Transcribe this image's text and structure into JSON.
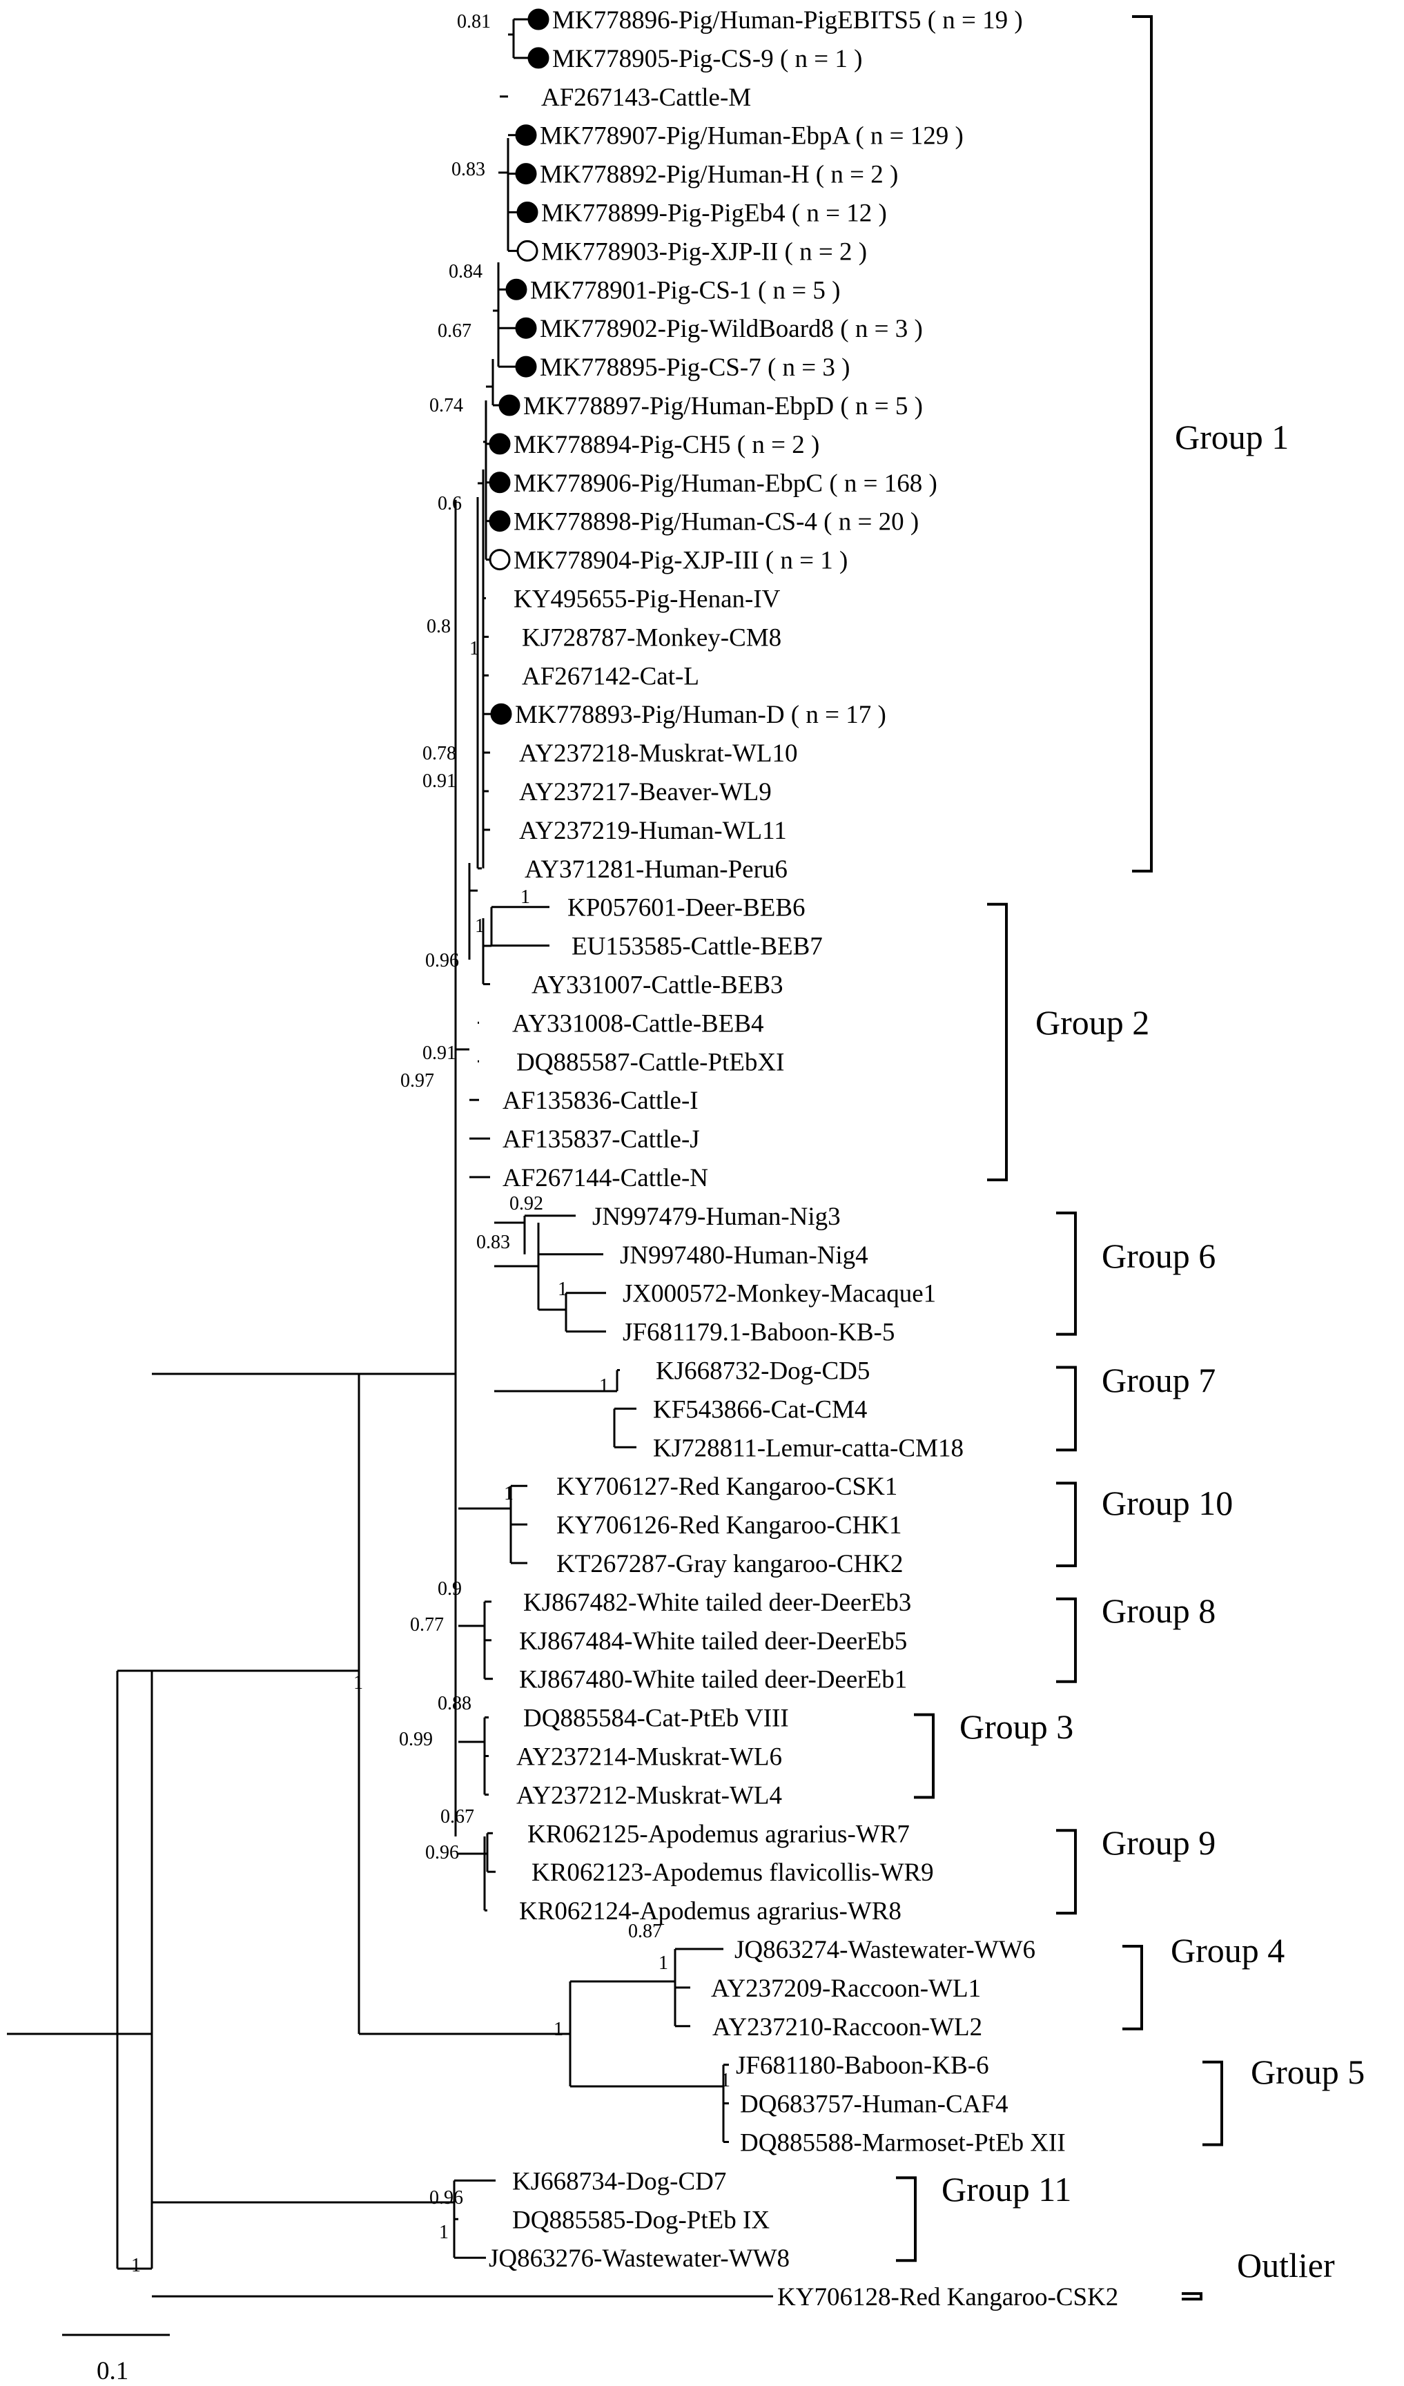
{
  "leaves": [
    {
      "label": "MK778896-Pig/Human-PigEBITS5 ( n = 19 )",
      "marker": "filled"
    },
    {
      "label": "MK778905-Pig-CS-9 ( n = 1 )",
      "marker": "filled"
    },
    {
      "label": "AF267143-Cattle-M",
      "marker": "none"
    },
    {
      "label": "MK778907-Pig/Human-EbpA ( n = 129 )",
      "marker": "filled"
    },
    {
      "label": "MK778892-Pig/Human-H ( n = 2 )",
      "marker": "filled"
    },
    {
      "label": "MK778899-Pig-PigEb4 ( n = 12 )",
      "marker": "filled"
    },
    {
      "label": "MK778903-Pig-XJP-II ( n = 2 )",
      "marker": "open"
    },
    {
      "label": "MK778901-Pig-CS-1 ( n = 5 )",
      "marker": "filled"
    },
    {
      "label": "MK778902-Pig-WildBoard8 ( n = 3 )",
      "marker": "filled"
    },
    {
      "label": "MK778895-Pig-CS-7 ( n = 3 )",
      "marker": "filled"
    },
    {
      "label": "MK778897-Pig/Human-EbpD ( n = 5 )",
      "marker": "filled"
    },
    {
      "label": "MK778894-Pig-CH5 ( n = 2 )",
      "marker": "filled"
    },
    {
      "label": "MK778906-Pig/Human-EbpC ( n = 168 )",
      "marker": "filled"
    },
    {
      "label": "MK778898-Pig/Human-CS-4 ( n = 20 )",
      "marker": "filled"
    },
    {
      "label": "MK778904-Pig-XJP-III ( n = 1 )",
      "marker": "open"
    },
    {
      "label": "KY495655-Pig-Henan-IV",
      "marker": "none"
    },
    {
      "label": "KJ728787-Monkey-CM8",
      "marker": "none"
    },
    {
      "label": "AF267142-Cat-L",
      "marker": "none"
    },
    {
      "label": "MK778893-Pig/Human-D ( n = 17 )",
      "marker": "filled"
    },
    {
      "label": "AY237218-Muskrat-WL10",
      "marker": "none"
    },
    {
      "label": "AY237217-Beaver-WL9",
      "marker": "none"
    },
    {
      "label": "AY237219-Human-WL11",
      "marker": "none"
    },
    {
      "label": "AY371281-Human-Peru6",
      "marker": "none"
    },
    {
      "label": "KP057601-Deer-BEB6",
      "marker": "none"
    },
    {
      "label": "EU153585-Cattle-BEB7",
      "marker": "none"
    },
    {
      "label": "AY331007-Cattle-BEB3",
      "marker": "none"
    },
    {
      "label": "AY331008-Cattle-BEB4",
      "marker": "none"
    },
    {
      "label": "DQ885587-Cattle-PtEbXI",
      "marker": "none"
    },
    {
      "label": "AF135836-Cattle-I",
      "marker": "none"
    },
    {
      "label": "AF135837-Cattle-J",
      "marker": "none"
    },
    {
      "label": "AF267144-Cattle-N",
      "marker": "none"
    },
    {
      "label": "JN997479-Human-Nig3",
      "marker": "none"
    },
    {
      "label": "JN997480-Human-Nig4",
      "marker": "none"
    },
    {
      "label": "JX000572-Monkey-Macaque1",
      "marker": "none"
    },
    {
      "label": "JF681179.1-Baboon-KB-5",
      "marker": "none"
    },
    {
      "label": "KJ668732-Dog-CD5",
      "marker": "none"
    },
    {
      "label": "KF543866-Cat-CM4",
      "marker": "none"
    },
    {
      "label": "KJ728811-Lemur-catta-CM18",
      "marker": "none"
    },
    {
      "label": "KY706127-Red Kangaroo-CSK1",
      "marker": "none"
    },
    {
      "label": "KY706126-Red Kangaroo-CHK1",
      "marker": "none"
    },
    {
      "label": "KT267287-Gray kangaroo-CHK2",
      "marker": "none"
    },
    {
      "label": "KJ867482-White tailed deer-DeerEb3",
      "marker": "none"
    },
    {
      "label": "KJ867484-White tailed deer-DeerEb5",
      "marker": "none"
    },
    {
      "label": "KJ867480-White tailed deer-DeerEb1",
      "marker": "none"
    },
    {
      "label": "DQ885584-Cat-PtEb VIII",
      "marker": "none"
    },
    {
      "label": "AY237214-Muskrat-WL6",
      "marker": "none"
    },
    {
      "label": "AY237212-Muskrat-WL4",
      "marker": "none"
    },
    {
      "label": "KR062125-Apodemus agrarius-WR7",
      "marker": "none"
    },
    {
      "label": "KR062123-Apodemus flavicollis-WR9",
      "marker": "none"
    },
    {
      "label": "KR062124-Apodemus agrarius-WR8",
      "marker": "none"
    },
    {
      "label": "JQ863274-Wastewater-WW6",
      "marker": "none"
    },
    {
      "label": "AY237209-Raccoon-WL1",
      "marker": "none"
    },
    {
      "label": "AY237210-Raccoon-WL2",
      "marker": "none"
    },
    {
      "label": "JF681180-Baboon-KB-6",
      "marker": "none"
    },
    {
      "label": "DQ683757-Human-CAF4",
      "marker": "none"
    },
    {
      "label": "DQ885588-Marmoset-PtEb XII",
      "marker": "none"
    },
    {
      "label": "KJ668734-Dog-CD7",
      "marker": "none"
    },
    {
      "label": "DQ885585-Dog-PtEb IX",
      "marker": "none"
    },
    {
      "label": "JQ863276-Wastewater-WW8",
      "marker": "none"
    },
    {
      "label": "KY706128-Red Kangaroo-CSK2",
      "marker": "none"
    }
  ],
  "groups": [
    {
      "label": "Group 1",
      "first_leaf": 0,
      "last_leaf": 22
    },
    {
      "label": "Group 2",
      "first_leaf": 23,
      "last_leaf": 30
    },
    {
      "label": "Group 6",
      "first_leaf": 31,
      "last_leaf": 34
    },
    {
      "label": "Group 7",
      "first_leaf": 35,
      "last_leaf": 37
    },
    {
      "label": "Group 10",
      "first_leaf": 38,
      "last_leaf": 40
    },
    {
      "label": "Group 8",
      "first_leaf": 41,
      "last_leaf": 43
    },
    {
      "label": "Group 3",
      "first_leaf": 44,
      "last_leaf": 46
    },
    {
      "label": "Group 9",
      "first_leaf": 47,
      "last_leaf": 49
    },
    {
      "label": "Group 4",
      "first_leaf": 50,
      "last_leaf": 52
    },
    {
      "label": "Group 5",
      "first_leaf": 53,
      "last_leaf": 55
    },
    {
      "label": "Group 11",
      "first_leaf": 56,
      "last_leaf": 58
    },
    {
      "label": "Outlier",
      "first_leaf": 59,
      "last_leaf": 59
    }
  ],
  "support_values": [
    "0.81",
    "0.83",
    "0.84",
    "0.67",
    "0.74",
    "0.6",
    "0.8",
    "1",
    "0.78",
    "0.91",
    "1",
    "1",
    "0.96",
    "0.91",
    "0.97",
    "0.92",
    "0.83",
    "1",
    "1",
    "1",
    "0.9",
    "0.77",
    "0.88",
    "0.99",
    "0.67",
    "0.96",
    "1",
    "0.87",
    "1",
    "1",
    "1",
    "0.96",
    "1",
    "1"
  ],
  "scale_bar": {
    "label": "0.1",
    "value": 0.1
  }
}
